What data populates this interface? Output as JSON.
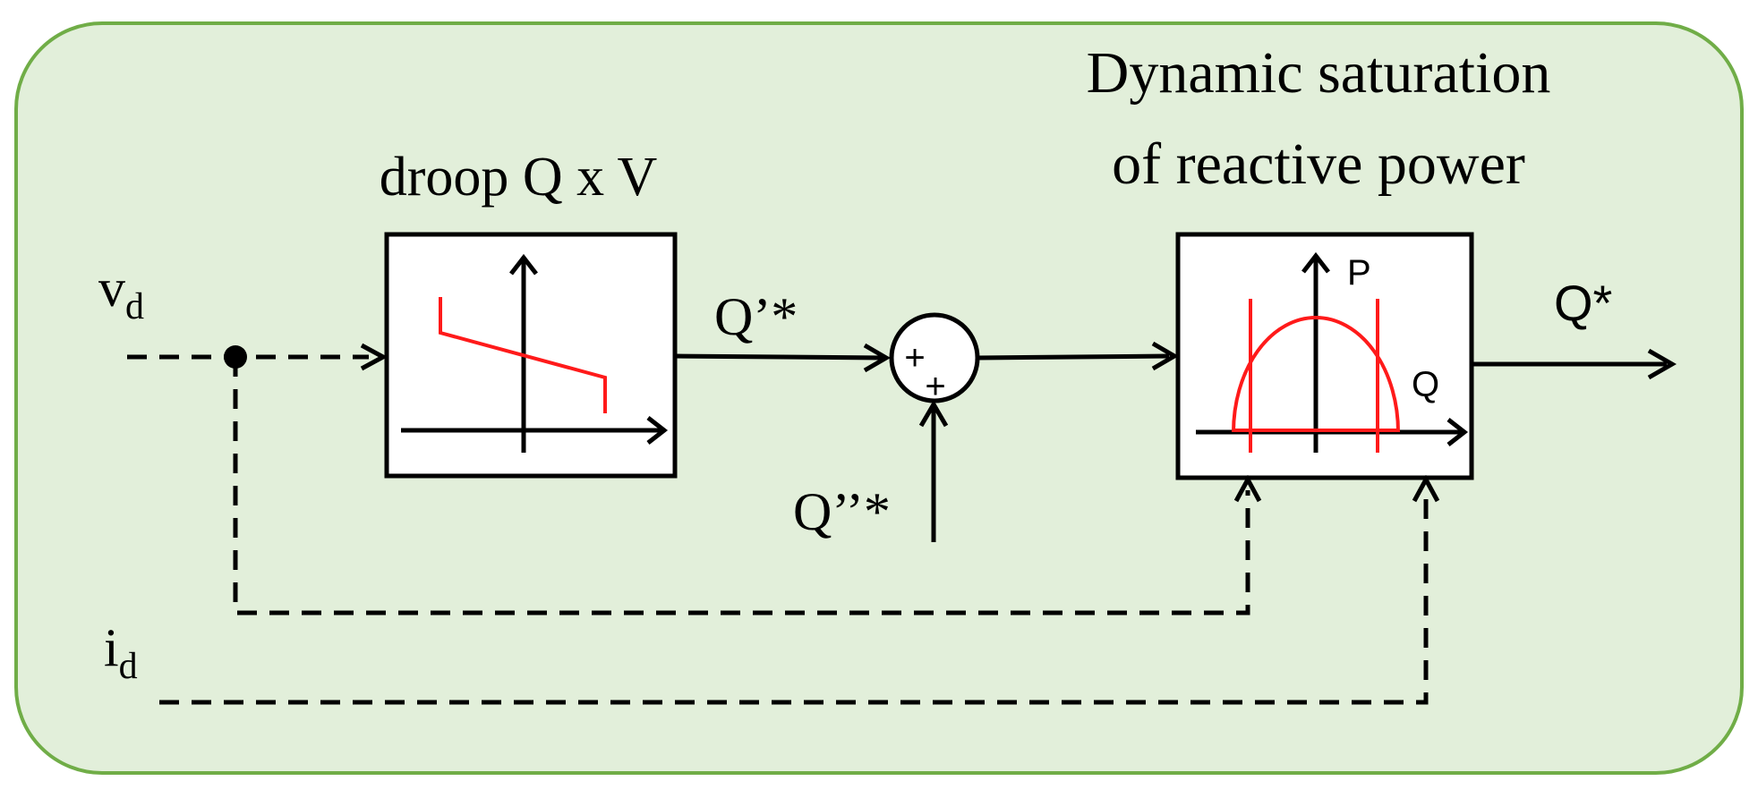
{
  "colors": {
    "panel_fill": "#e2efda",
    "panel_border": "#70ad47",
    "curve": "#ff1a1a",
    "line": "#000000"
  },
  "droop_block": {
    "title": "droop Q x V"
  },
  "saturation_block": {
    "title_line1": "Dynamic saturation",
    "title_line2": "of reactive power",
    "axis_p": "P",
    "axis_q": "Q"
  },
  "signals": {
    "vd_main": "v",
    "vd_sub": "d",
    "id_main": "i",
    "id_sub": "d",
    "q_prime": "Q’*",
    "q_double_prime": "Q’’*",
    "q_star": "Q*"
  },
  "summing_junction": {
    "plus_top": "+",
    "plus_bottom": "+"
  }
}
